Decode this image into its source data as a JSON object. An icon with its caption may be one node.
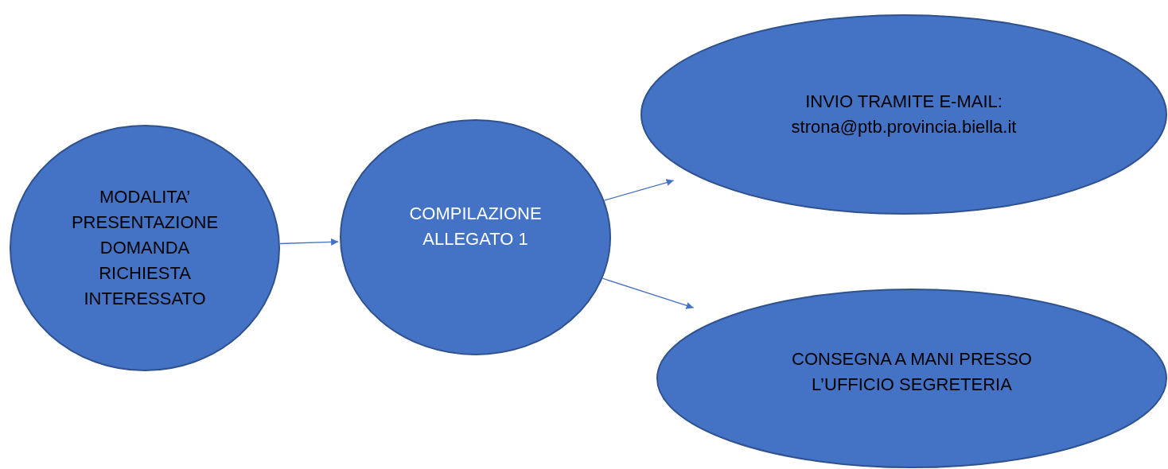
{
  "diagram": {
    "nodes": [
      {
        "text": [
          "MODALITA’ PRESENTAZIONE DOMANDA RICHIESTA INTERESSATO"
        ]
      },
      {
        "text": [
          "COMPILAZIONE ALLEGATO 1"
        ]
      },
      {
        "text": [
          "INVIO TRAMITE E-MAIL:",
          "strona@ptb.provincia.biella.it"
        ]
      },
      {
        "text": [
          "CONSEGNA A MANI PRESSO L’UFFICIO SEGRETERIA"
        ]
      }
    ],
    "edges": [
      {
        "from": 0,
        "to": 1,
        "arrow": "to"
      },
      {
        "from": 1,
        "to": 2,
        "arrow": "to"
      },
      {
        "from": 1,
        "to": 3,
        "arrow": "to"
      }
    ]
  }
}
